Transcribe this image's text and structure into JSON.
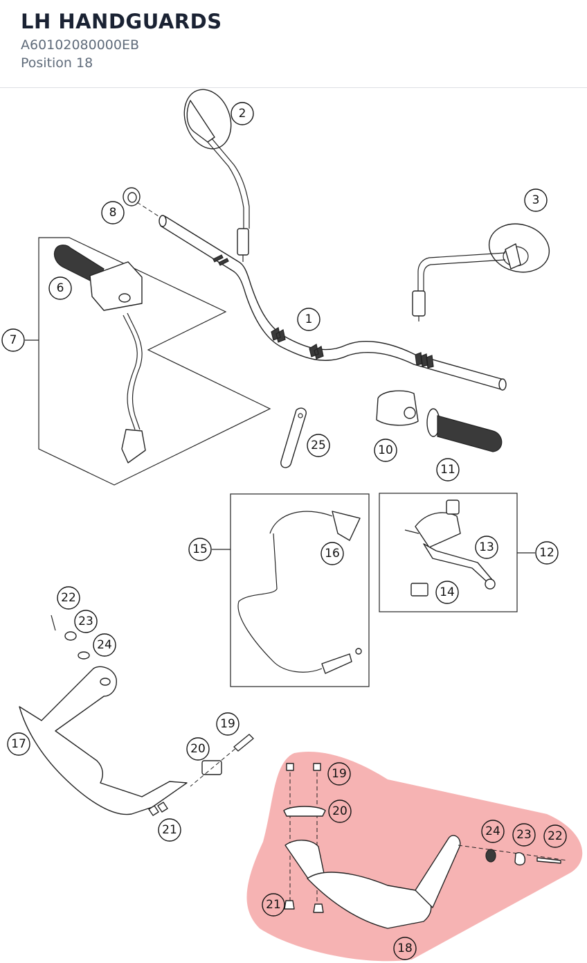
{
  "header": {
    "title": "LH HANDGUARDS",
    "part_number": "A60102080000EB",
    "position": "Position 18"
  },
  "colors": {
    "highlight": "#f08080",
    "ink": "#222222"
  },
  "callouts": [
    {
      "id": "c1",
      "label": "1"
    },
    {
      "id": "c2",
      "label": "2"
    },
    {
      "id": "c3",
      "label": "3"
    },
    {
      "id": "c6",
      "label": "6"
    },
    {
      "id": "c7",
      "label": "7"
    },
    {
      "id": "c8",
      "label": "8"
    },
    {
      "id": "c10",
      "label": "10"
    },
    {
      "id": "c11",
      "label": "11"
    },
    {
      "id": "c12",
      "label": "12"
    },
    {
      "id": "c13",
      "label": "13"
    },
    {
      "id": "c14",
      "label": "14"
    },
    {
      "id": "c15",
      "label": "15"
    },
    {
      "id": "c16",
      "label": "16"
    },
    {
      "id": "c17",
      "label": "17"
    },
    {
      "id": "c18",
      "label": "18"
    },
    {
      "id": "c19a",
      "label": "19"
    },
    {
      "id": "c19b",
      "label": "19"
    },
    {
      "id": "c20a",
      "label": "20"
    },
    {
      "id": "c20b",
      "label": "20"
    },
    {
      "id": "c21a",
      "label": "21"
    },
    {
      "id": "c21b",
      "label": "21"
    },
    {
      "id": "c22a",
      "label": "22"
    },
    {
      "id": "c22b",
      "label": "22"
    },
    {
      "id": "c23a",
      "label": "23"
    },
    {
      "id": "c23b",
      "label": "23"
    },
    {
      "id": "c24a",
      "label": "24"
    },
    {
      "id": "c24b",
      "label": "24"
    },
    {
      "id": "c25",
      "label": "25"
    }
  ]
}
